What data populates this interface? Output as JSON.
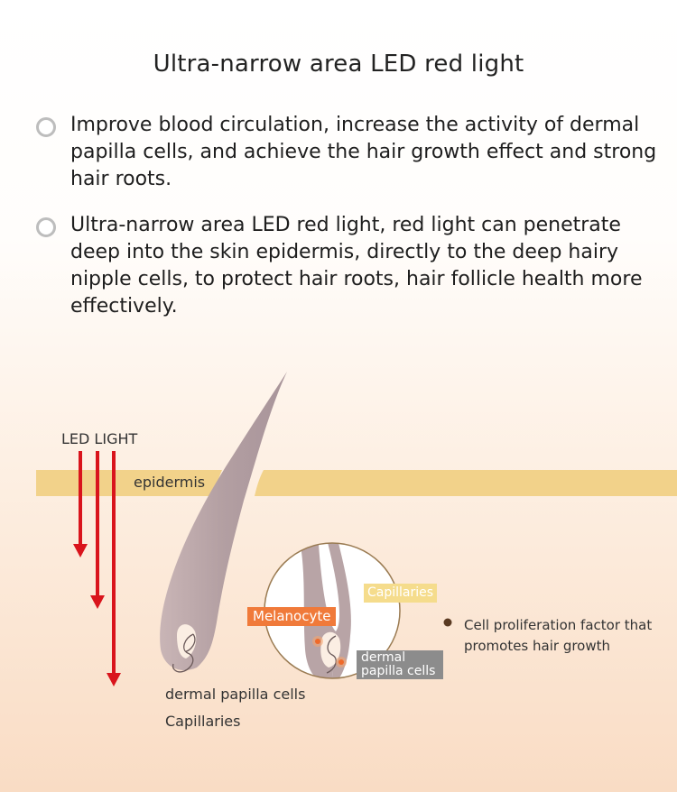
{
  "title": "Ultra-narrow area LED red light",
  "bullets": [
    {
      "text": "Improve blood circulation, increase the activity of dermal papilla cells, and achieve the hair growth effect and strong hair roots."
    },
    {
      "text": "Ultra-narrow area LED red light, red light can penetrate deep into the skin epidermis, directly to the deep hairy nipple cells, to protect hair roots, hair follicle health more effectively."
    }
  ],
  "diagram": {
    "led_label": "LED LIGHT",
    "epidermis_label": "epidermis",
    "melanocyte_label": "Melanocyte",
    "capillaries_tag": "Capillaries",
    "dermal_papilla_tag": "dermal papilla cells",
    "cell_factor_text": "Cell proliferation factor that promotes hair growth",
    "legend_dermal_papilla": "dermal papilla cells",
    "legend_capillaries": "Capillaries"
  },
  "colors": {
    "arrow_red": "#d9141c",
    "epidermis_band": "#f2d28a",
    "hair": "#b8a4a6",
    "melanocyte": "#f07a3a",
    "capillaries": "#f5dc8c",
    "papilla_tag": "#8c8c8c",
    "factor_dot": "#5a3a22"
  }
}
